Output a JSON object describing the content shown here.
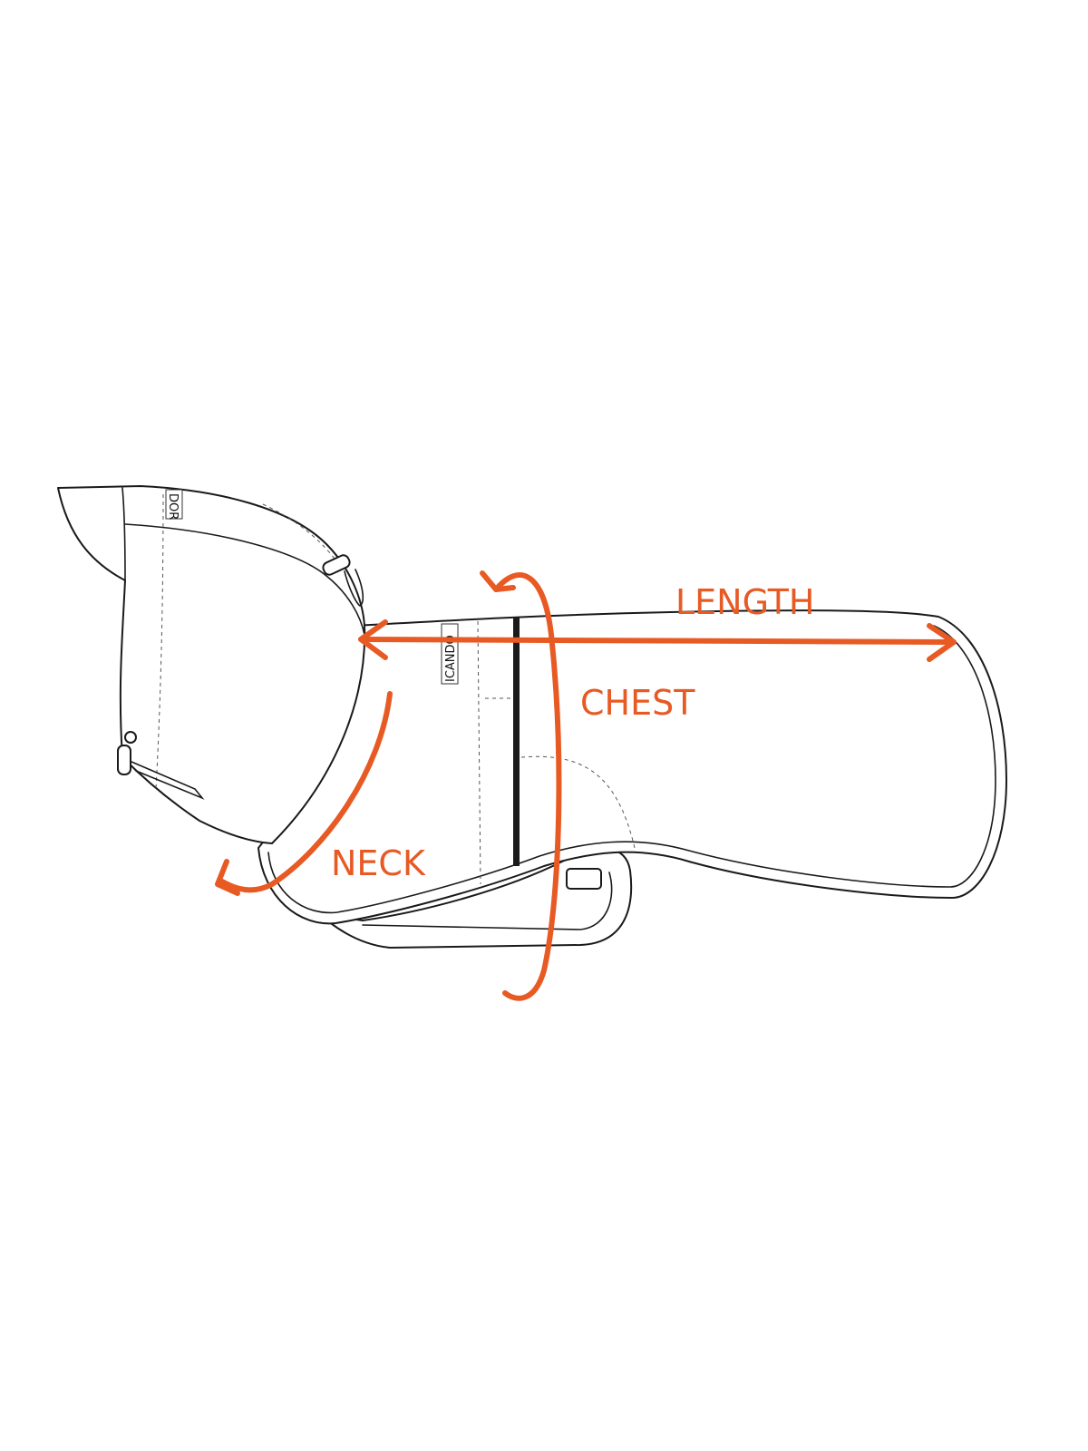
{
  "colors": {
    "accent": "#e85a24",
    "line": "#1a1a1a"
  },
  "labels": {
    "length": "LENGTH",
    "chest": "CHEST",
    "neck": "NECK"
  },
  "brand_tags": {
    "hood_tag": "DOR",
    "body_tag": "ICANDO"
  }
}
